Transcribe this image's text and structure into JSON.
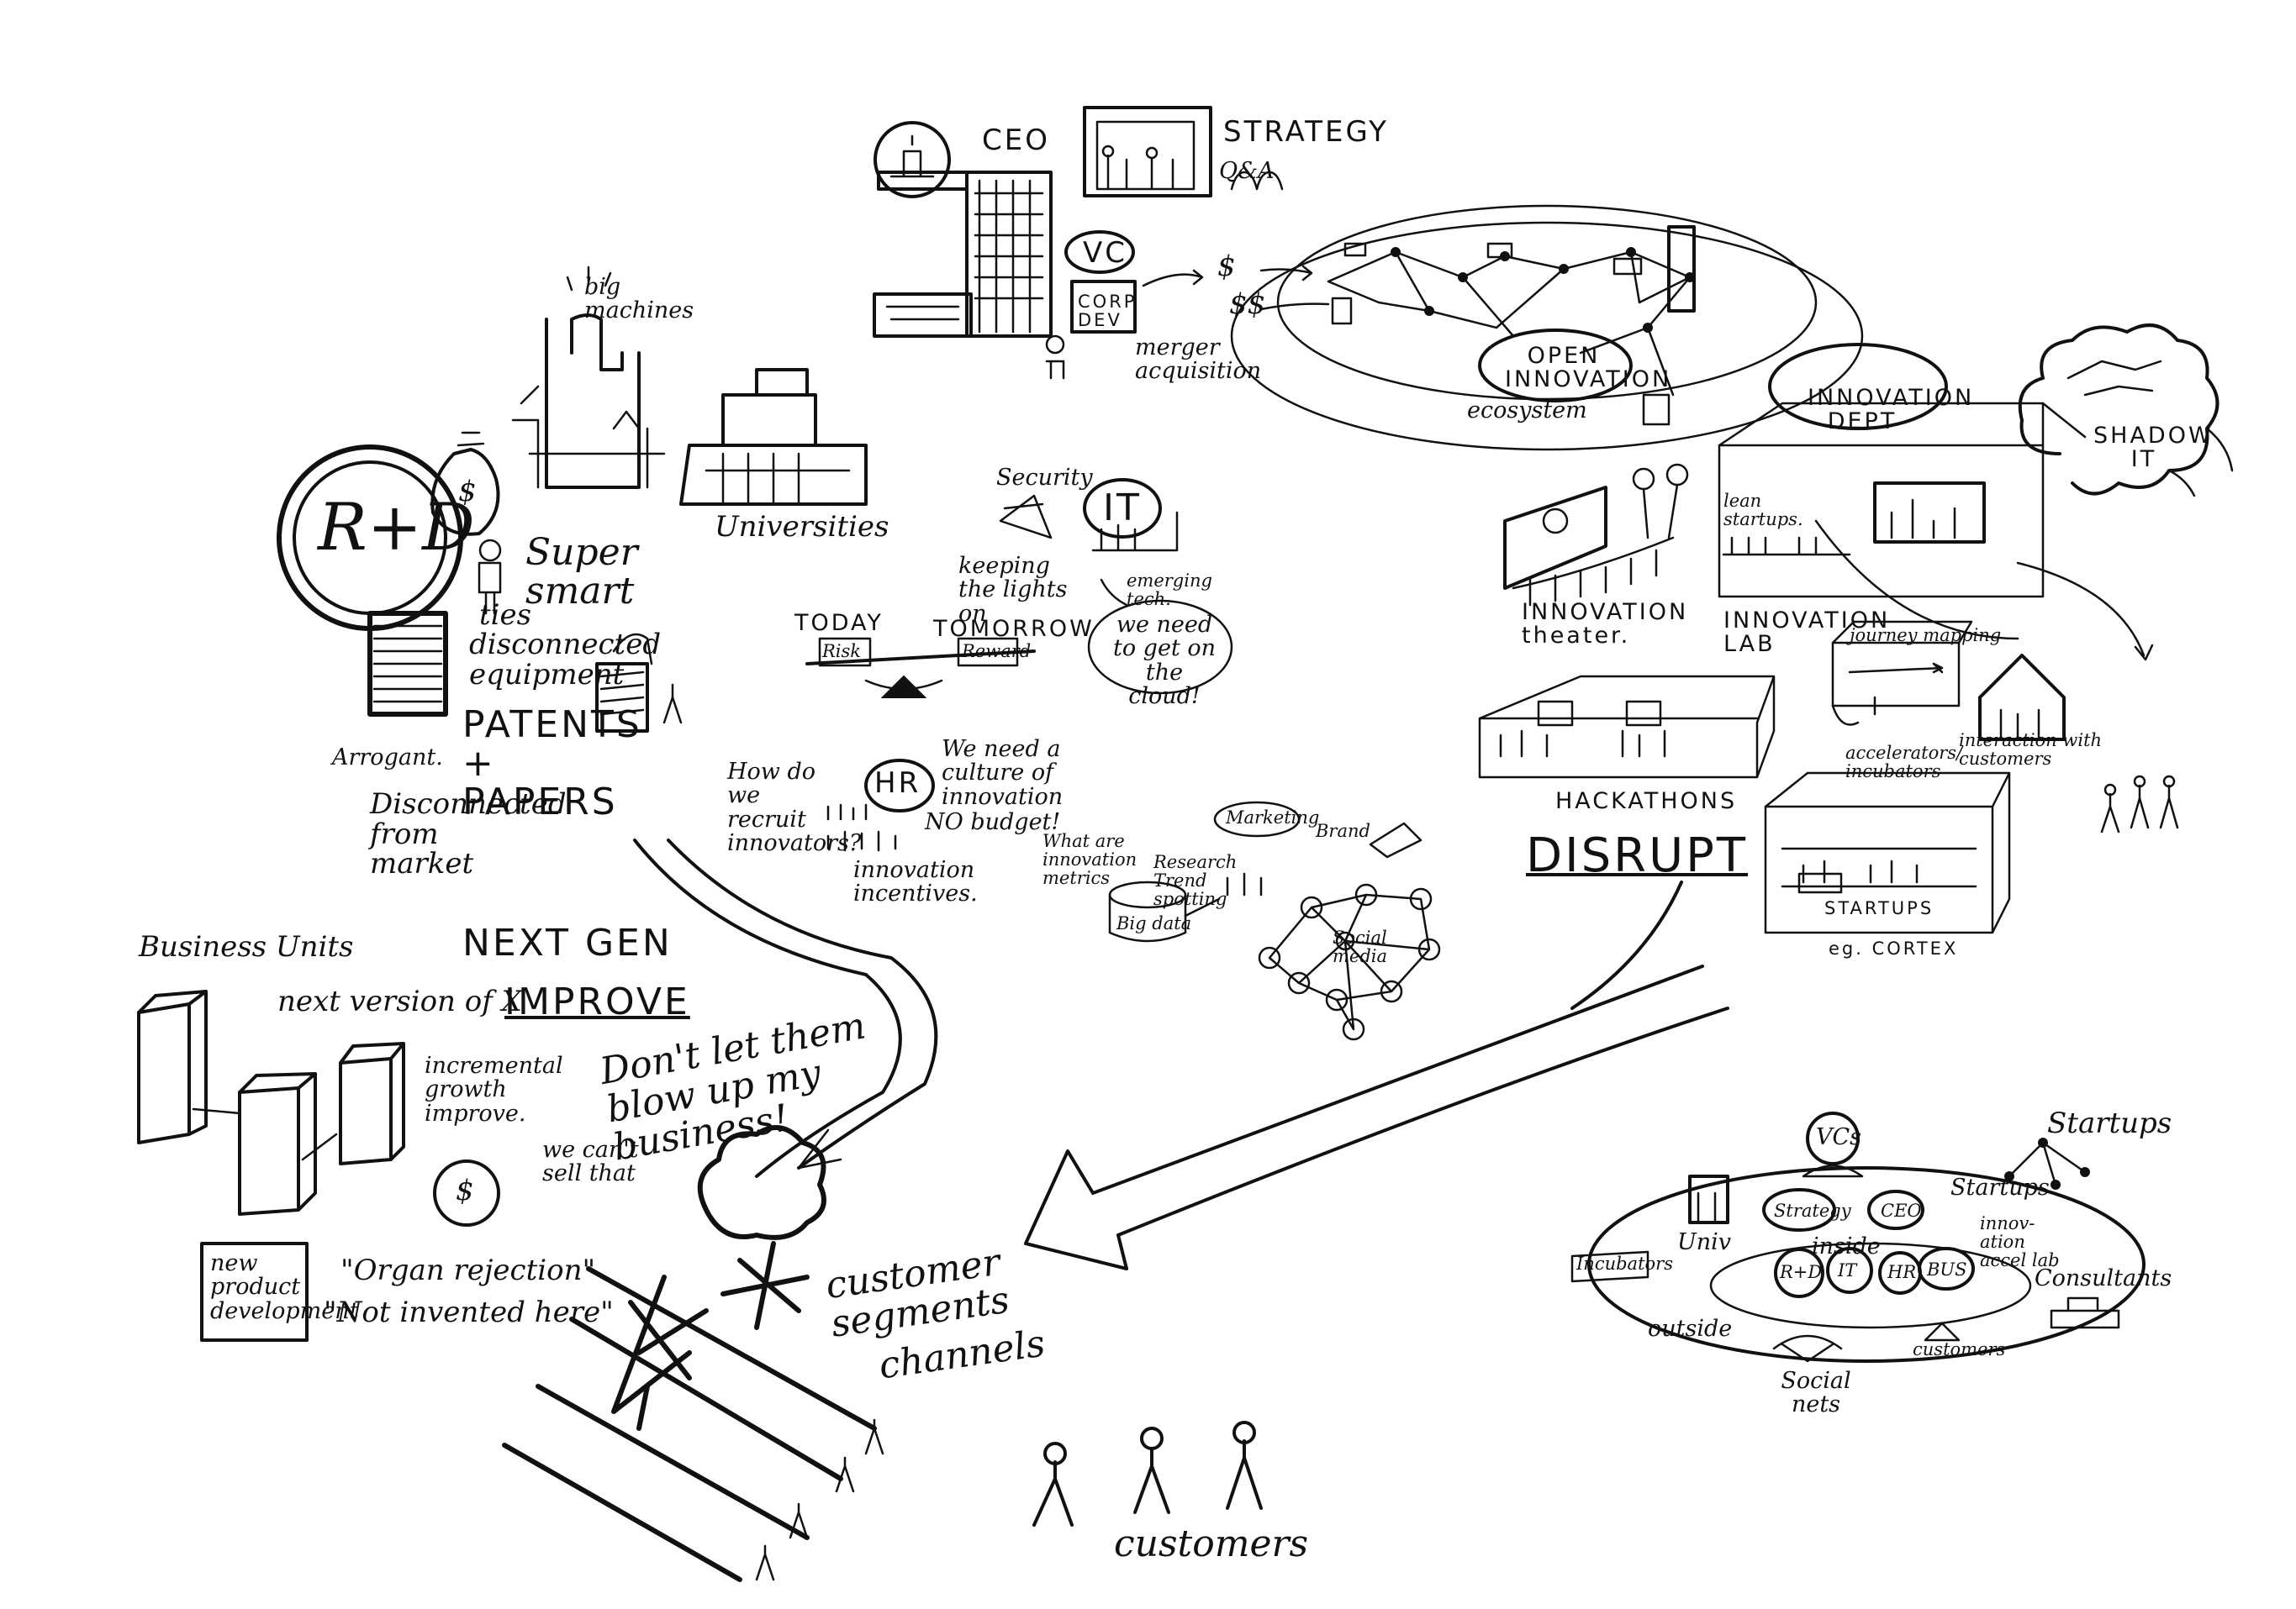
{
  "labels": {
    "ceo": "CEO",
    "strategy": "STRATEGY",
    "qa": "Q&A",
    "vc": "VC",
    "corp_dev": "CORP DEV",
    "merger": "merger acquisition",
    "dollar_one": "$",
    "dollar_two": "$$",
    "open_innovation": "OPEN INNOVATION",
    "ecosystem": "ecosystem",
    "innovation_dept": "INNOVATION DEPT",
    "shadow_it": "SHADOW IT",
    "big_machines": "big machines",
    "universities": "Universities",
    "rd": "R+D",
    "rd_dollar": "$",
    "super_smart": "Super smart",
    "ties": "ties",
    "disconnected_equipment": "disconnected equipment",
    "patents_papers": "PATENTS + PAPERS",
    "arrogant": "Arrogant.",
    "disconnected_market": "Disconnected from market",
    "security": "Security",
    "it": "IT",
    "keeping_lights": "keeping the lights on",
    "emerging_tech": "emerging tech.",
    "cloud": "we need to get on the cloud!",
    "today": "TODAY",
    "tomorrow": "TOMORROW",
    "risk": "Risk",
    "reward": "Reward",
    "innovation_theater": "INNOVATION theater.",
    "innovation_lab": "INNOVATION LAB",
    "lab_startups": "lean startups.",
    "journey_mapping": "journey mapping",
    "interaction_customers": "interaction with customers",
    "hr": "HR",
    "recruit": "How do we recruit innovators?",
    "culture": "We need a culture of innovation",
    "no_budget": "NO budget!",
    "innovation_metrics": "What are innovation metrics",
    "innovation_incentives": "innovation incentives.",
    "marketing": "Marketing",
    "brand": "Brand",
    "research": "Research Trend spotting",
    "big_data": "Big data",
    "social_media": "Social media",
    "hackathons": "HACKATHONS",
    "accelerators": "accelerators/ incubators",
    "startups_box": "STARTUPS",
    "cortex": "eg. CORTEX",
    "disrupt": "DISRUPT",
    "business_units": "Business Units",
    "next_gen": "NEXT GEN",
    "next_version": "next version of X",
    "improve": "IMPROVE",
    "incremental": "incremental growth improve.",
    "cant_sell": "we can't sell that",
    "bu_dollar": "$",
    "dont_let": "Don't let them blow up my business!",
    "new_product": "new product development",
    "organ_rejection": "\"Organ rejection\"",
    "not_invented": "\"Not invented here\"",
    "customer_segments": "customer segments",
    "channels": "channels",
    "customers": "customers",
    "vcs": "VCs",
    "startups_top": "Startups",
    "startups_eco": "Startups",
    "strategy_circle": "Strategy",
    "ceo_circle": "CEO",
    "univ": "Univ",
    "inside": "inside",
    "incubators": "Incubators",
    "rd_circle": "R+D",
    "it_circle": "IT",
    "hr_circle": "HR",
    "bus_circle": "BUS",
    "innovation_lab_small": "innov- ation accel lab",
    "consultants": "Consultants",
    "outside": "outside",
    "customers_small": "customers",
    "social_nets": "Social nets"
  }
}
